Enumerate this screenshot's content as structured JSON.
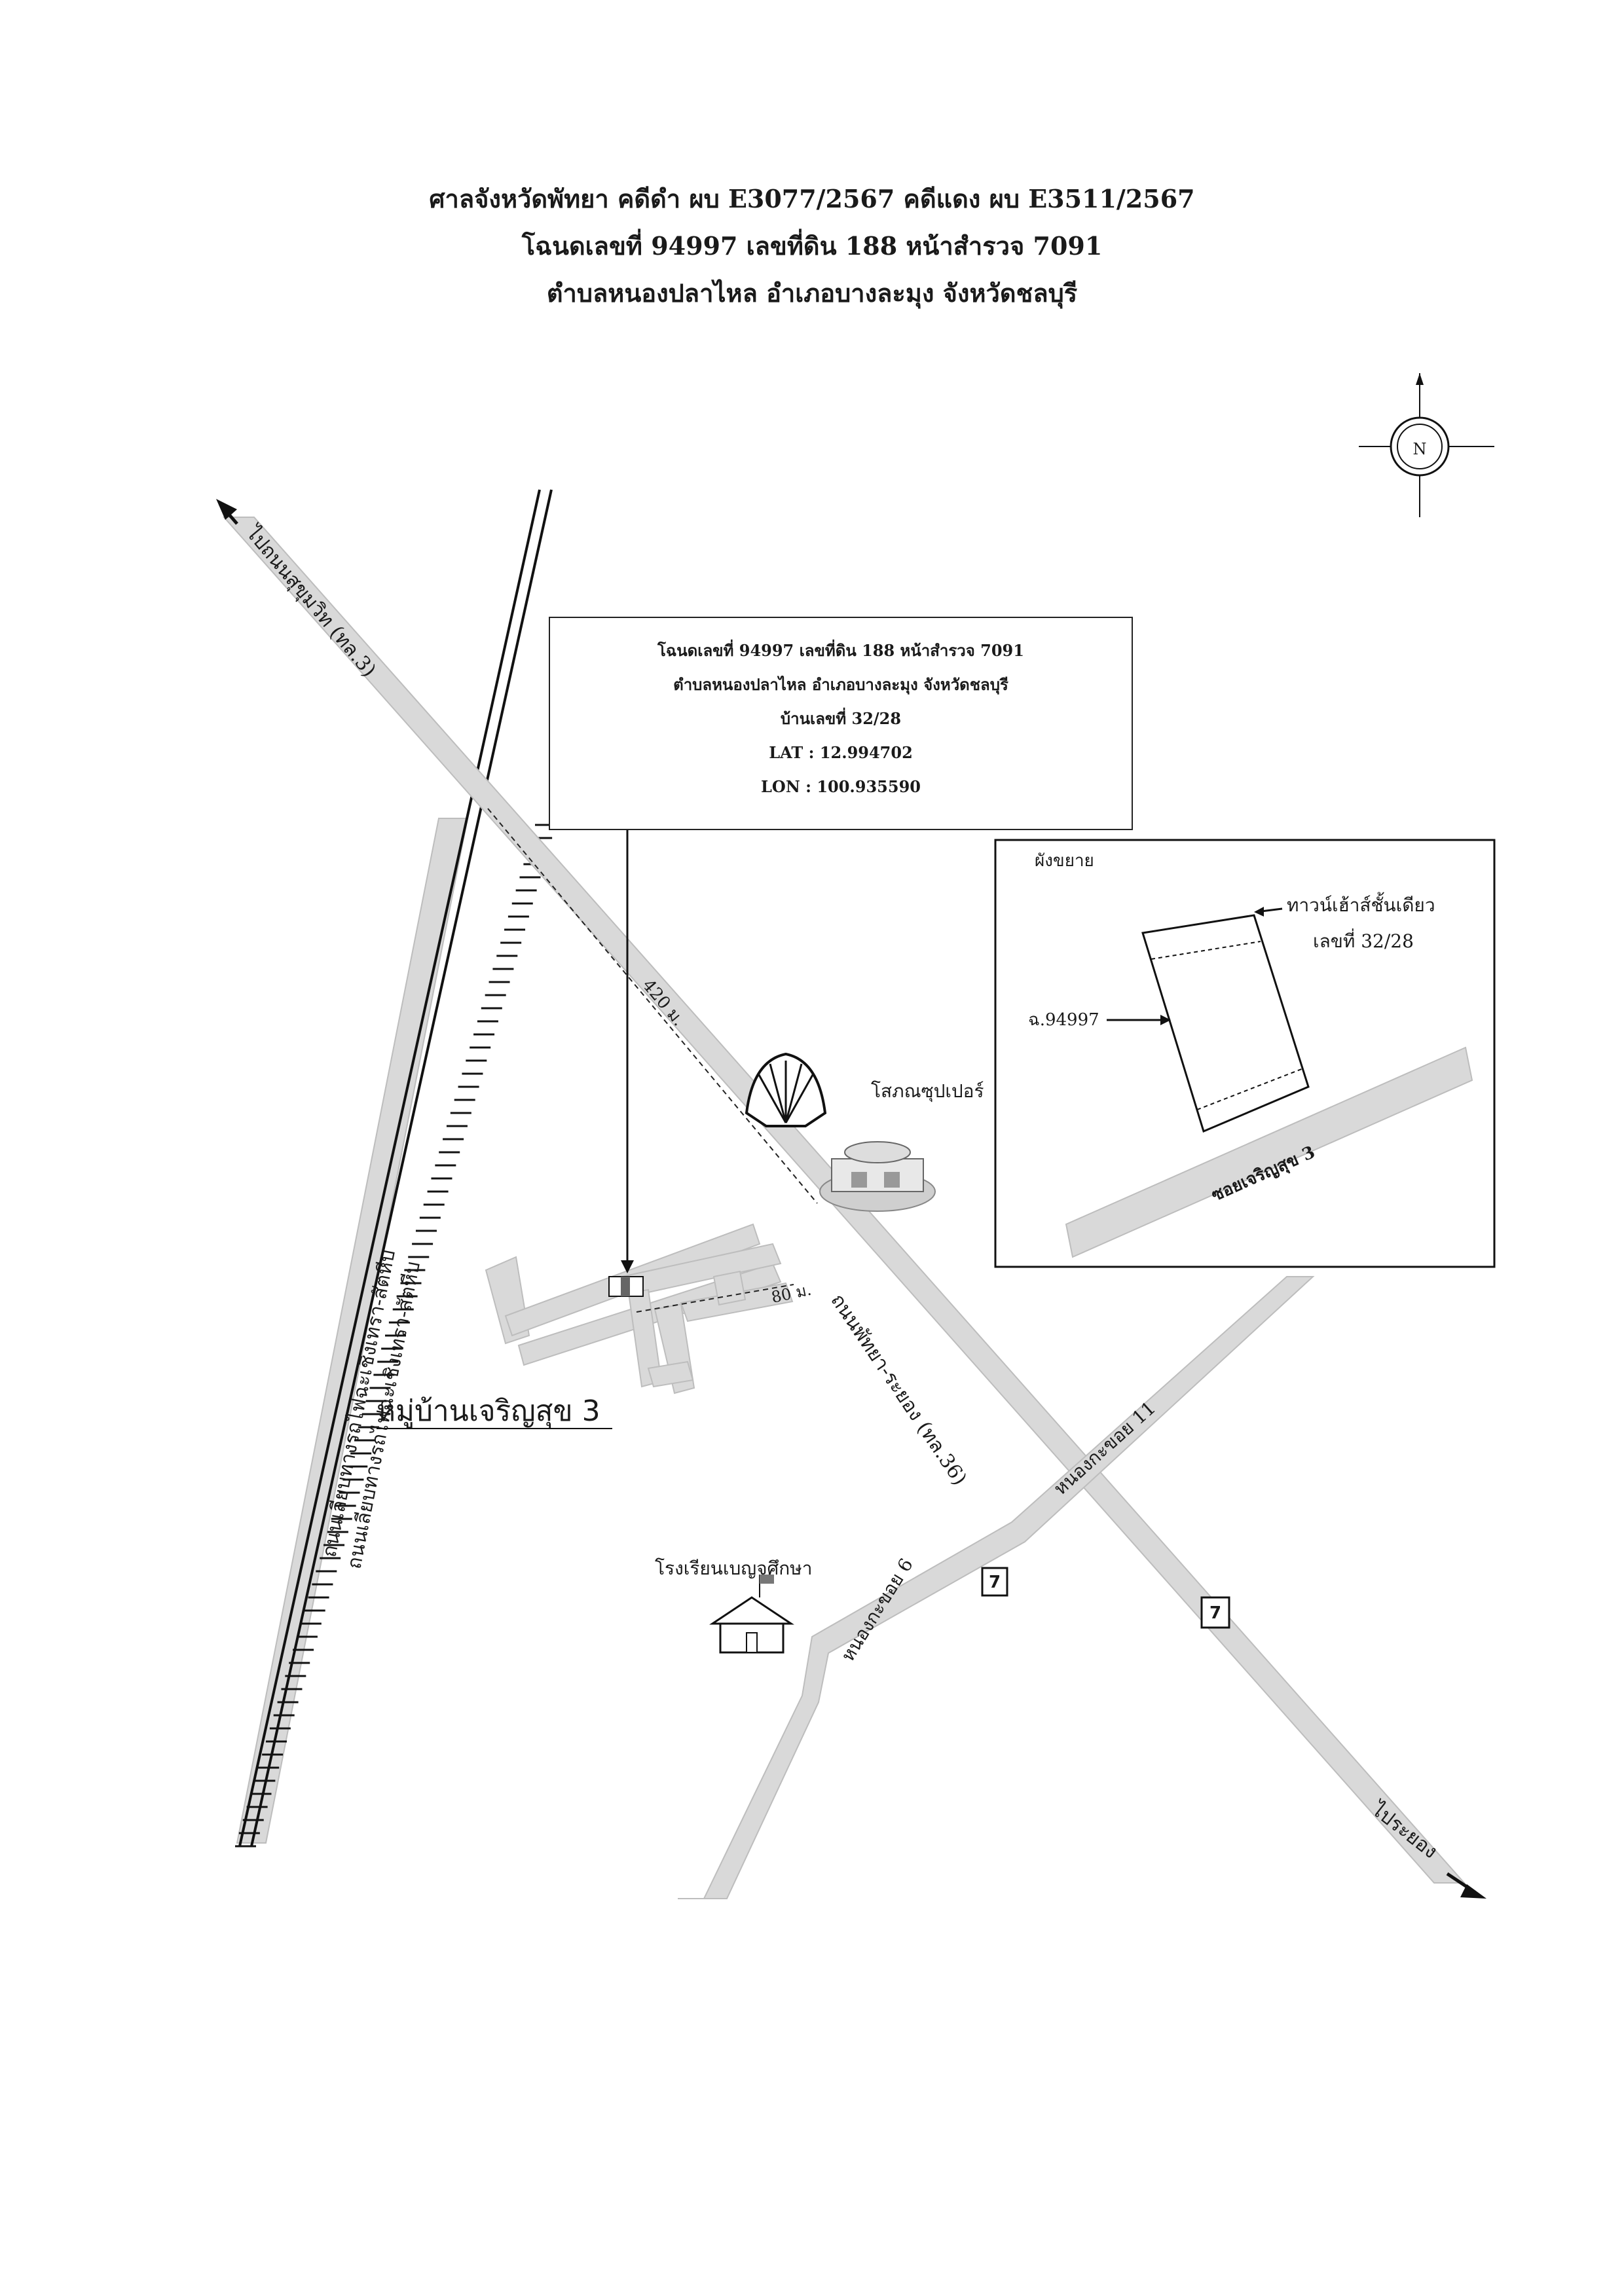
{
  "header": {
    "line1": "ศาลจังหวัดพัทยา คดีดำ ผบ E3077/2567 คดีแดง ผบ E3511/2567",
    "line2": "โฉนดเลขที่ 94997 เลขที่ดิน 188 หน้าสำรวจ 7091",
    "line3": "ตำบลหนองปลาไหล อำเภอบางละมุง จังหวัดชลบุรี"
  },
  "compass": {
    "letter": "N"
  },
  "info_box": {
    "line1": "โฉนดเลขที่ 94997 เลขที่ดิน 188 หน้าสำรวจ 7091",
    "line2": "ตำบลหนองปลาไหล อำเภอบางละมุง จังหวัดชลบุรี",
    "line3": "บ้านเลขที่ 32/28",
    "lat": "LAT : 12.994702",
    "lon": "LON : 100.935590"
  },
  "inset": {
    "title": "ผังขยาย",
    "house_label_1": "ทาวน์เฮ้าส์ชั้นเดียว",
    "house_label_2": "เลขที่ 32/28",
    "deed_label": "ฉ.94997",
    "soi_label": "ซอยเจริญสุข 3"
  },
  "labels": {
    "sukhumvit": "ไปถนนสุขุมวิท (ทล.3)",
    "pattaya_rayong": "ถนนพัทยา-ระยอง (ทล.36)",
    "to_rayong": "ไประยอง",
    "rail_road_1": "ถนนเลียบทางรถไฟฉะเชิงเทรา-สัตหีบ",
    "rail_road_2": "ถนนเลียบทางรถไฟฉะเชิงเทรา-สัตหีบ",
    "distance_420": "420 ม.",
    "distance_80": "80 ม.",
    "village": "หมู่บ้านเจริญสุข 3",
    "supermarket": "โสภณซุปเปอร์",
    "school": "โรงเรียนเบญจศึกษา",
    "nongkakoi_11": "หนองกะขอย 11",
    "nongkakoi_6": "หนองกะขอย 6"
  },
  "colors": {
    "road": "#d9d9d9",
    "road_edge": "#bdbdbd",
    "ink": "#1a1a1a"
  }
}
